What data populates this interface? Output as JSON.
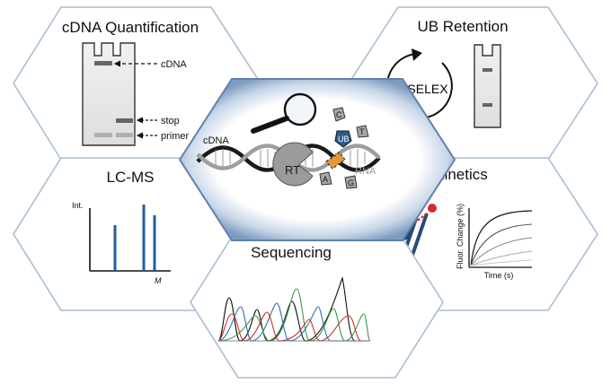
{
  "panels": {
    "cdna_quant": {
      "title": "cDNA Quantification",
      "labels": {
        "cdna": "cDNA",
        "stop": "stop",
        "primer": "primer"
      }
    },
    "ub_retention": {
      "title": "UB Retention",
      "selex": "SELEX"
    },
    "center": {
      "cdna": "cDNA",
      "rt": "RT",
      "rna": "RNA",
      "nucleotides": [
        "C",
        "T",
        "UB",
        "A",
        "G"
      ]
    },
    "lcms": {
      "title": "LC-MS",
      "ylabel": "Int.",
      "xlabel": "M"
    },
    "kinetics": {
      "title": "Kinetics",
      "ylabel": "Fluor. Change (%)",
      "xlabel": "Time (s)"
    },
    "sequencing": {
      "title": "Sequencing"
    }
  },
  "colors": {
    "hex_border": "#a9bdd3",
    "center_glow": "#6f8fb4",
    "bar_blue": "#1f5f9e",
    "ub_blue": "#2b5d8c",
    "trace": [
      "#111111",
      "#2f6fb5",
      "#3a9a4a",
      "#c93232"
    ]
  }
}
